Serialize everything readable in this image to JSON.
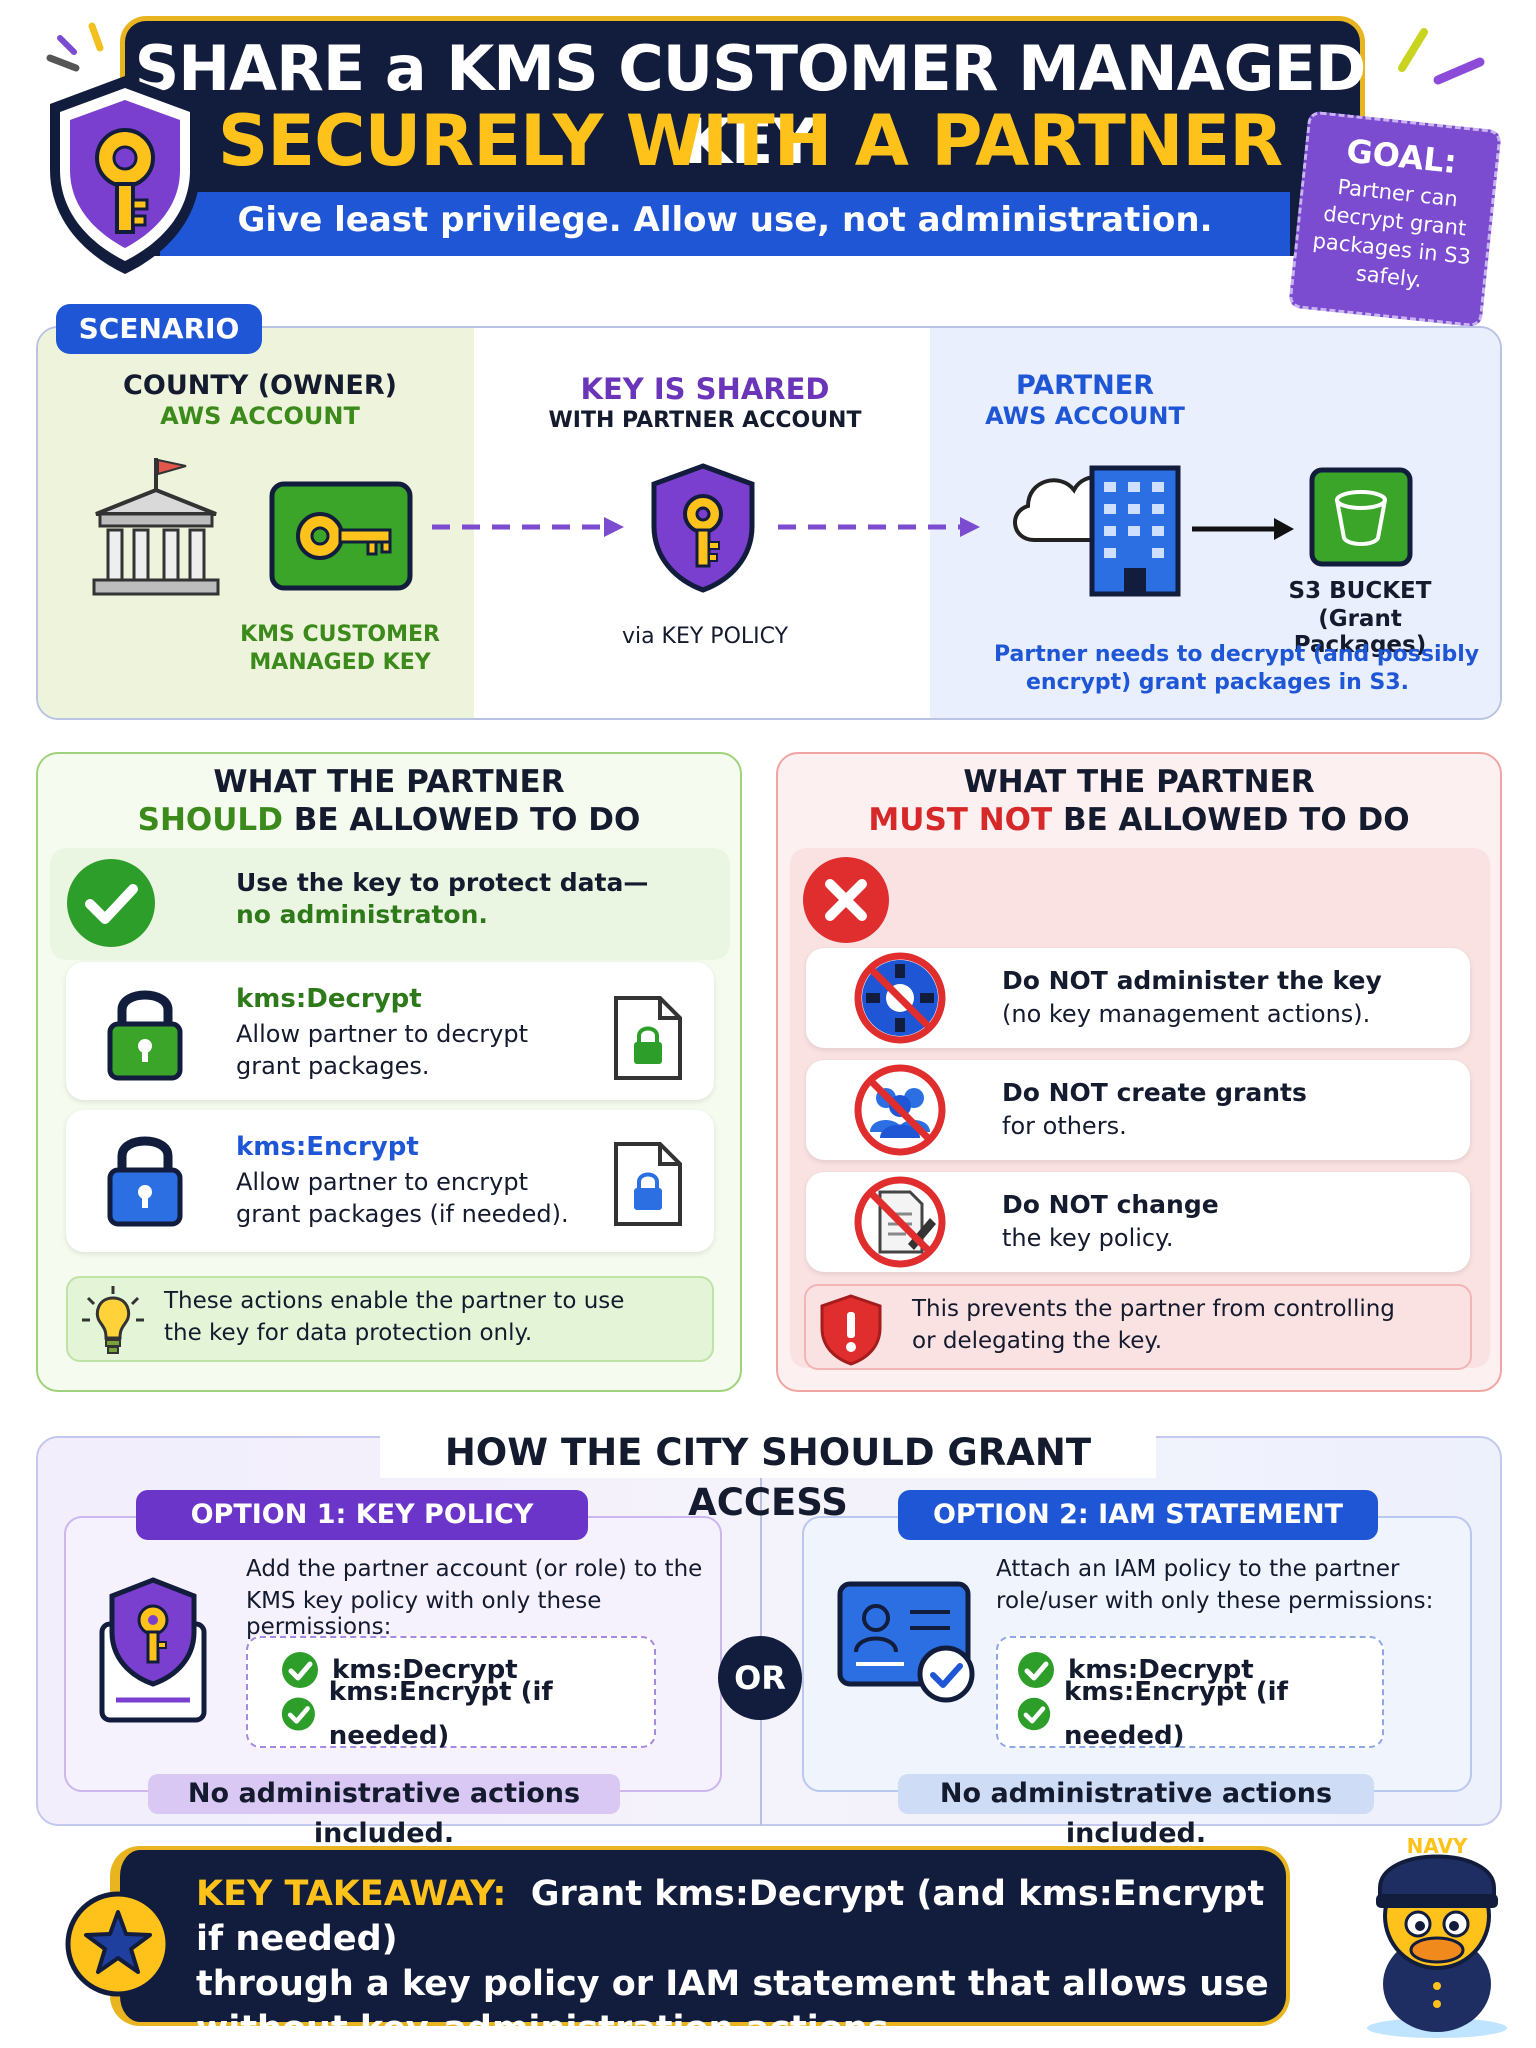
{
  "header": {
    "title_line1": "SHARE a KMS CUSTOMER MANAGED KEY",
    "title_line2": "SECURELY WITH A PARTNER",
    "subtitle": "Give least privilege. Allow use, not administration."
  },
  "goal": {
    "title": "GOAL:",
    "text": "Partner can decrypt grant packages in S3 safely."
  },
  "scenario": {
    "label": "SCENARIO",
    "owner_title": "COUNTY (OWNER)",
    "owner_subtitle": "AWS ACCOUNT",
    "key_label_line1": "KMS CUSTOMER",
    "key_label_line2": "MANAGED KEY",
    "shared_title": "KEY IS SHARED",
    "shared_subtitle": "WITH PARTNER ACCOUNT",
    "via_label": "via KEY POLICY",
    "partner_title": "PARTNER",
    "partner_subtitle": "AWS ACCOUNT",
    "bucket_label": "S3 BUCKET",
    "bucket_sublabel": "(Grant Packages)",
    "partner_note_line1": "Partner needs to decrypt (and possibly",
    "partner_note_line2": "encrypt) grant packages in S3."
  },
  "allowed": {
    "title_line1": "WHAT THE PARTNER",
    "title_highlight": "SHOULD",
    "title_rest": " BE ALLOWED TO DO",
    "intro_line1": "Use the key to protect data—",
    "intro_line2": "no administraton.",
    "items": [
      {
        "action": "kms:Decrypt",
        "desc_line1": "Allow partner to decrypt",
        "desc_line2": "grant packages."
      },
      {
        "action": "kms:Encrypt",
        "desc_line1": "Allow partner to encrypt",
        "desc_line2": "grant packages (if needed)."
      }
    ],
    "tip_line1": "These actions enable the partner to use",
    "tip_line2": "the key for data protection only."
  },
  "denied": {
    "title_line1": "WHAT THE PARTNER",
    "title_highlight": "MUST NOT",
    "title_rest": " BE ALLOWED TO DO",
    "items": [
      {
        "line1": "Do NOT administer the key",
        "line2": "(no key management actions)."
      },
      {
        "line1": "Do NOT create grants",
        "line2": "for others."
      },
      {
        "line1": "Do NOT change",
        "line2": "the key policy."
      }
    ],
    "tip_line1": "This prevents the partner from controlling",
    "tip_line2": "or delegating the key."
  },
  "how": {
    "title": "HOW THE CITY SHOULD GRANT ACCESS",
    "or_label": "OR",
    "option1": {
      "label": "OPTION 1: KEY POLICY",
      "desc_line1": "Add the partner account (or role) to the",
      "desc_line2": "KMS key policy with only these permissions:",
      "perm1": "kms:Decrypt",
      "perm2": "kms:Encrypt (if needed)",
      "note": "No administrative actions included."
    },
    "option2": {
      "label": "OPTION 2: IAM STATEMENT",
      "desc_line1": "Attach an IAM policy to the partner",
      "desc_line2": "role/user with only these permissions:",
      "perm1": "kms:Decrypt",
      "perm2": "kms:Encrypt (if needed)",
      "note": "No administrative actions included."
    }
  },
  "takeaway": {
    "label": "KEY TAKEAWAY:",
    "line1": "Grant kms:Decrypt (and kms:Encrypt if needed)",
    "line2": "through a key policy or IAM statement that allows use",
    "line3": "without key-administration actions."
  },
  "mascot": {
    "cap_text": "NAVY"
  },
  "colors": {
    "navy": "#121d3d",
    "blue": "#1e56d6",
    "gold": "#ffc21a",
    "purple": "#7b4bd0",
    "green": "#2e9e2a",
    "red": "#e02d2d"
  }
}
